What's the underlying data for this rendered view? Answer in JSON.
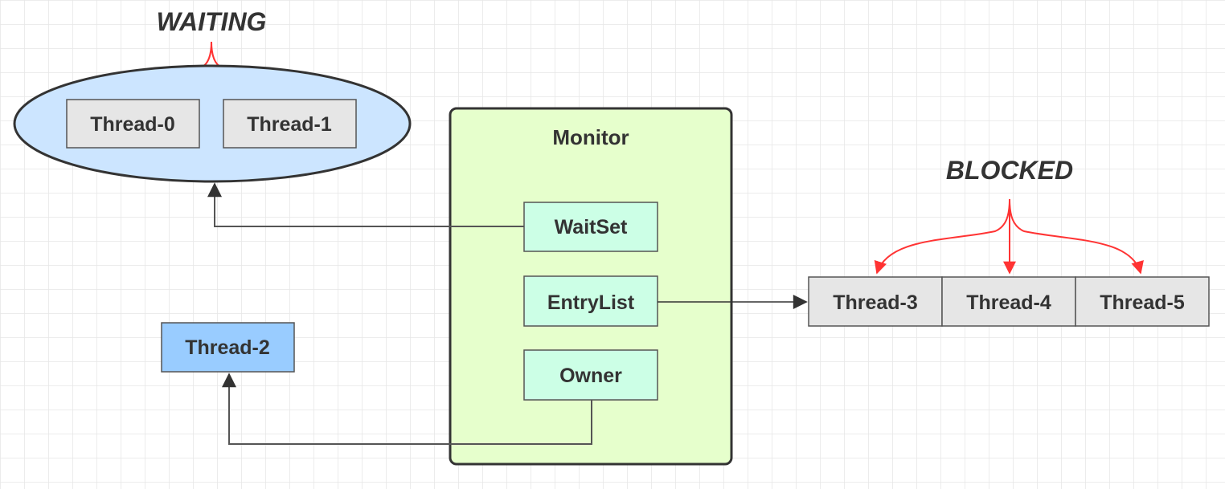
{
  "states": {
    "waiting": "WAITING",
    "blocked": "BLOCKED"
  },
  "monitor": {
    "title": "Monitor",
    "wait_set": "WaitSet",
    "entry_list": "EntryList",
    "owner": "Owner"
  },
  "threads": {
    "t0": "Thread-0",
    "t1": "Thread-1",
    "t2": "Thread-2",
    "t3": "Thread-3",
    "t4": "Thread-4",
    "t5": "Thread-5"
  },
  "colors": {
    "grid": "#e6e6e6",
    "wait_ellipse_fill": "#cce5ff",
    "thread_box_fill": "#e6e6e6",
    "owner_thread_fill": "#99ccff",
    "monitor_fill": "#e6ffcc",
    "slot_fill": "#ccffe6",
    "connector": "#555555",
    "state_arrow": "#ff3333"
  }
}
